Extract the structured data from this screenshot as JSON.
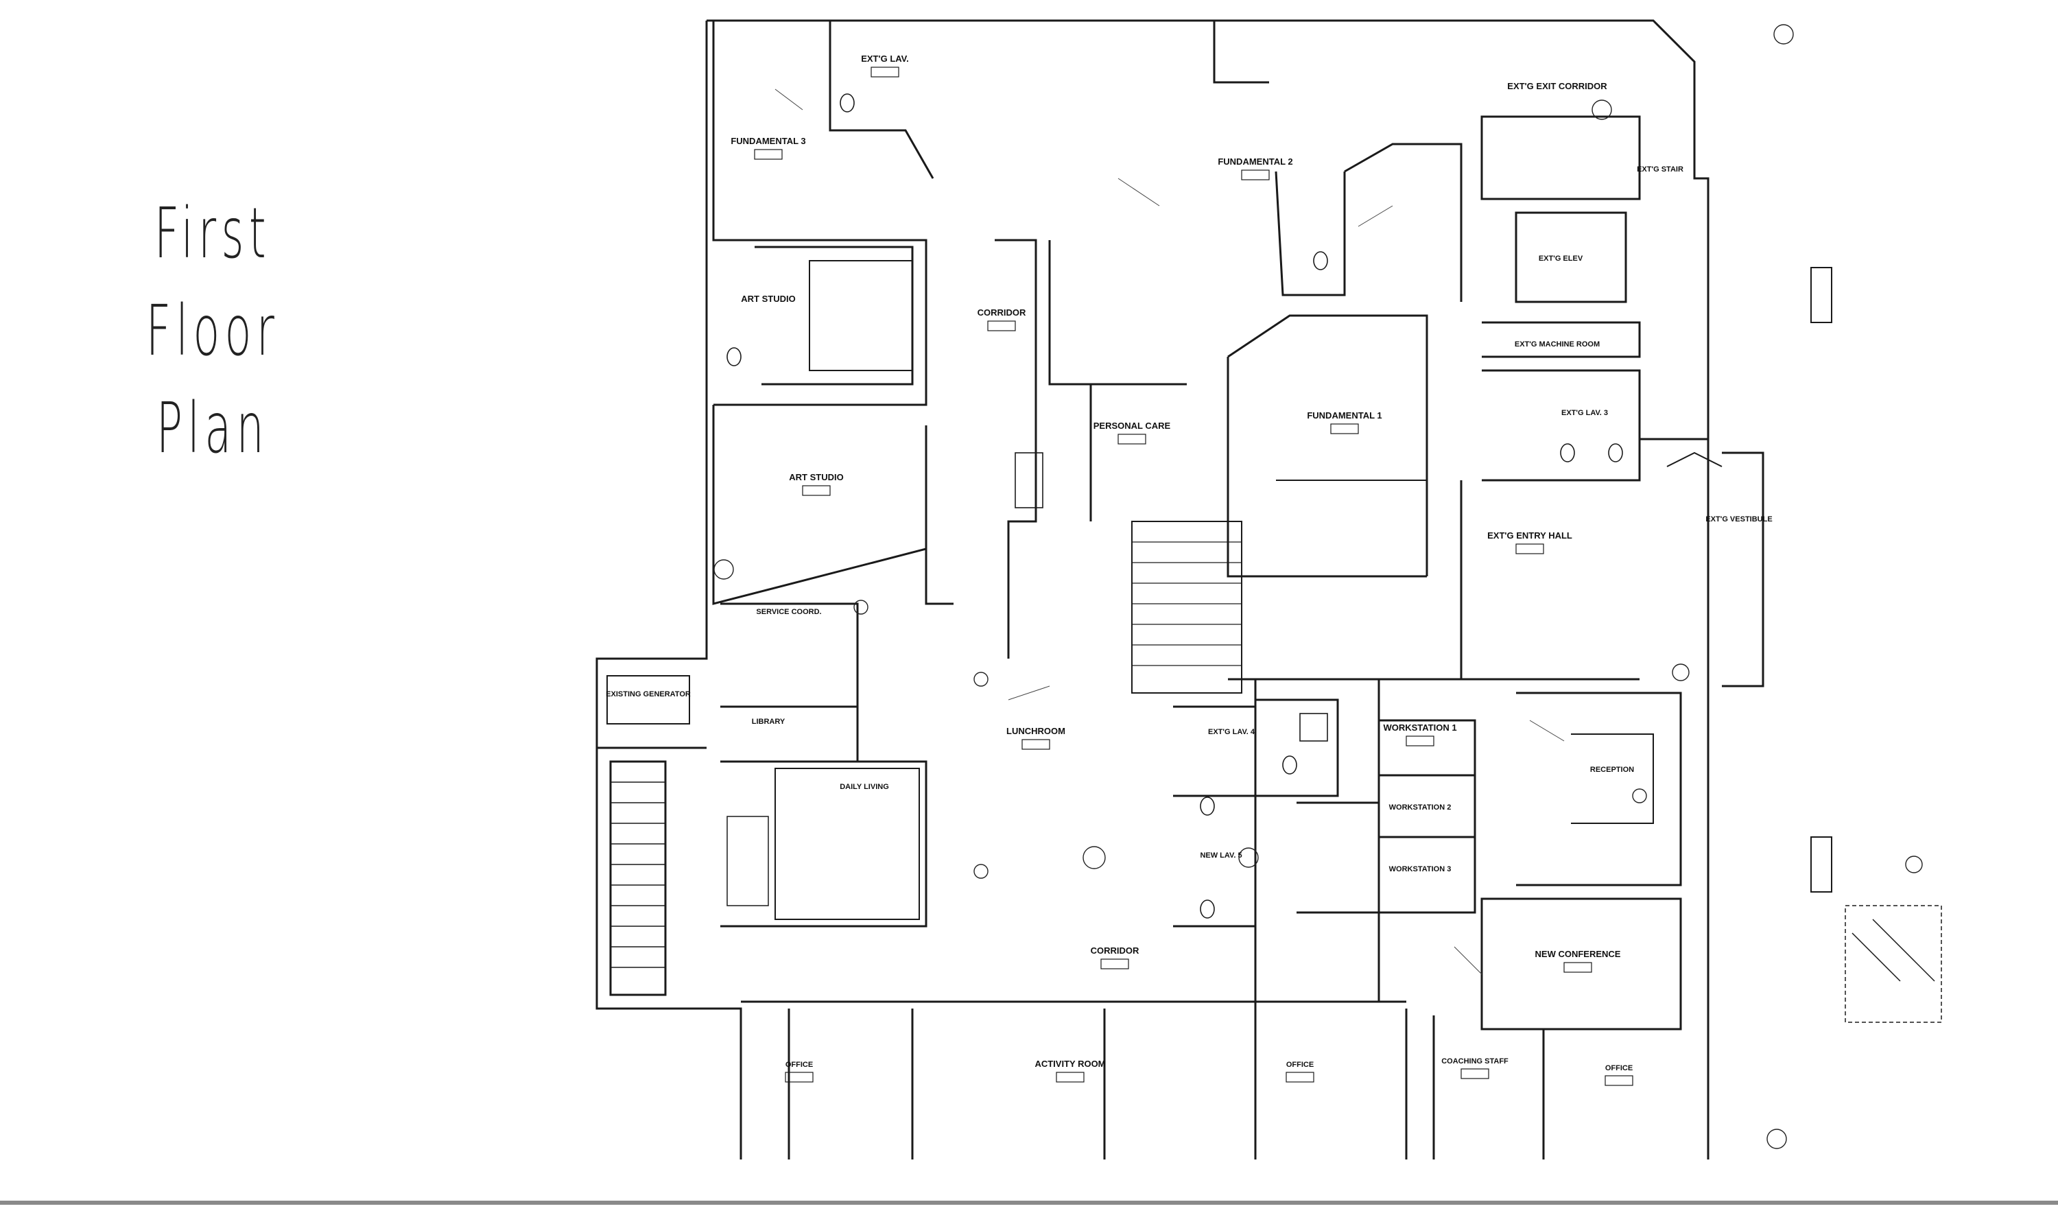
{
  "title": "First Floor\nPlan",
  "plan": {
    "rooms": [
      {
        "id": "exist-lav",
        "label": "EXT'G LAV."
      },
      {
        "id": "fundamental-3",
        "label": "FUNDAMENTAL 3"
      },
      {
        "id": "ext-exit-corridor",
        "label": "EXT'G EXIT CORRIDOR"
      },
      {
        "id": "fundamental-2",
        "label": "FUNDAMENTAL 2"
      },
      {
        "id": "ext-stair",
        "label": "EXT'G STAIR"
      },
      {
        "id": "ext-elev",
        "label": "EXT'G ELEV"
      },
      {
        "id": "art-studio-1",
        "label": "ART STUDIO"
      },
      {
        "id": "corridor-1",
        "label": "CORRIDOR"
      },
      {
        "id": "ext-machine-room",
        "label": "EXT'G MACHINE ROOM"
      },
      {
        "id": "personal-care",
        "label": "PERSONAL CARE"
      },
      {
        "id": "fundamental-1",
        "label": "FUNDAMENTAL 1"
      },
      {
        "id": "ext-lav-3",
        "label": "EXT'G LAV. 3"
      },
      {
        "id": "art-studio-2",
        "label": "ART STUDIO"
      },
      {
        "id": "ext-vestibule",
        "label": "EXT'G VESTIBULE"
      },
      {
        "id": "ext-entry-hall",
        "label": "EXT'G ENTRY HALL"
      },
      {
        "id": "service-coord",
        "label": "SERVICE COORD."
      },
      {
        "id": "existing-generator",
        "label": "EXISTING GENERATOR"
      },
      {
        "id": "library",
        "label": "LIBRARY"
      },
      {
        "id": "lunchroom",
        "label": "LUNCHROOM"
      },
      {
        "id": "ext-lav-4",
        "label": "EXT'G LAV. 4"
      },
      {
        "id": "workstation-1",
        "label": "WORKSTATION 1"
      },
      {
        "id": "reception",
        "label": "RECEPTION"
      },
      {
        "id": "daily-living",
        "label": "DAILY LIVING"
      },
      {
        "id": "workstation-2",
        "label": "WORKSTATION 2"
      },
      {
        "id": "workstation-3",
        "label": "WORKSTATION 3"
      },
      {
        "id": "new-lav-5",
        "label": "NEW LAV. 5"
      },
      {
        "id": "new-conference",
        "label": "NEW CONFERENCE"
      },
      {
        "id": "corridor-2",
        "label": "CORRIDOR"
      },
      {
        "id": "office-1",
        "label": "OFFICE"
      },
      {
        "id": "activity-room",
        "label": "ACTIVITY ROOM"
      },
      {
        "id": "office-2",
        "label": "OFFICE"
      },
      {
        "id": "coaching-staff",
        "label": "COACHING STAFF"
      },
      {
        "id": "office-3",
        "label": "OFFICE"
      }
    ]
  }
}
